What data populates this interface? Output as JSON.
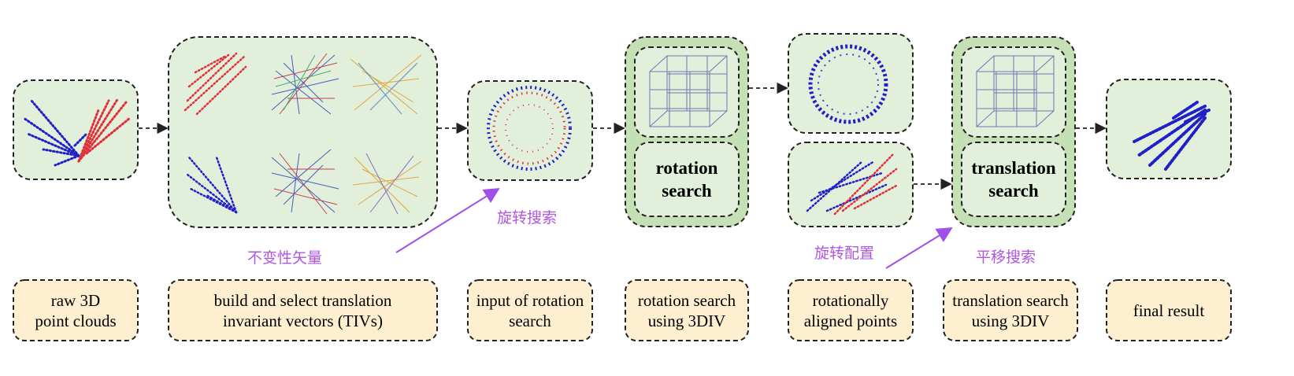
{
  "colors": {
    "panel_fill": "#e2efda",
    "search_outer_fill": "#c5e0b4",
    "label_fill": "#fdefd0",
    "dash_stroke": "#222222",
    "blue_points": "#2020c8",
    "red_points": "#e0303a",
    "annotation": "#b056e0",
    "grid_stroke": "#6a7ab0"
  },
  "stages": [
    {
      "id": "raw",
      "caption": "raw 3D\npoint clouds"
    },
    {
      "id": "tiv",
      "caption": "build and select translation\ninvariant vectors (TIVs)"
    },
    {
      "id": "input",
      "caption": "input of rotation\nsearch"
    },
    {
      "id": "rot",
      "caption": "rotation search\nusing 3DIV",
      "inner_label": "rotation\nsearch"
    },
    {
      "id": "aligned",
      "caption": "rotationally\naligned points"
    },
    {
      "id": "trans",
      "caption": "translation search\nusing 3DIV",
      "inner_label": "translation\nsearch"
    },
    {
      "id": "final",
      "caption": "final result"
    }
  ],
  "annotations": {
    "tiv_zh": "不变性矢量",
    "rot_zh": "旋转搜索",
    "aligned_zh": "旋转配置",
    "trans_zh": "平移搜索"
  },
  "icons": [
    "point-cloud-icon",
    "grid-cube-icon",
    "correspondence-lines-icon",
    "sphere-points-icon",
    "arrow-icon"
  ]
}
